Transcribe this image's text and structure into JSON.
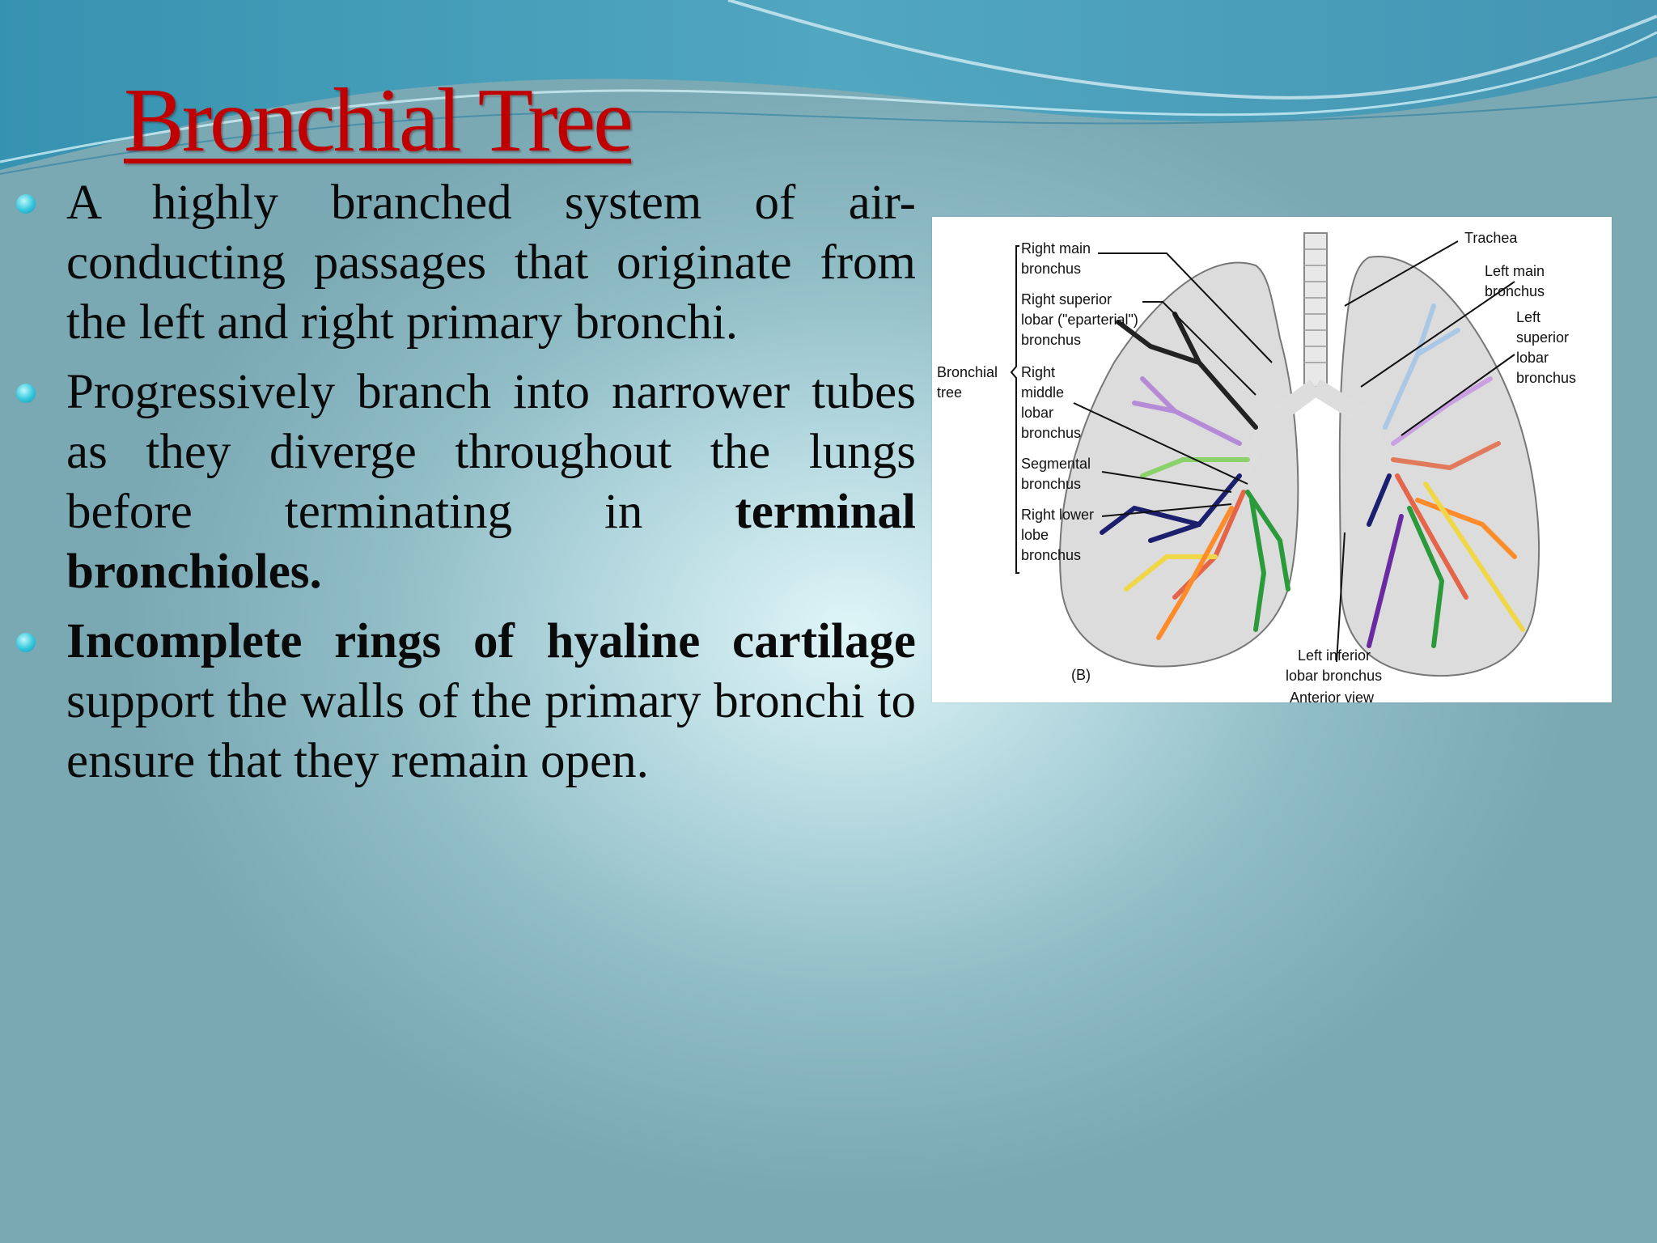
{
  "slide": {
    "title": "Bronchial Tree",
    "bullets": [
      {
        "parts": [
          {
            "text": "A highly branched system of air-conducting passages that originate from the left and right primary bronchi.",
            "bold": false
          }
        ]
      },
      {
        "parts": [
          {
            "text": "Progressively branch into narrower tubes as they diverge throughout the lungs before terminating in ",
            "bold": false
          },
          {
            "text": "terminal bronchioles.",
            "bold": true
          }
        ]
      },
      {
        "parts": [
          {
            "text": "Incomplete rings of hyaline cartilage",
            "bold": true
          },
          {
            "text": " support the walls of the primary bronchi to ensure that they remain open.",
            "bold": false
          }
        ]
      }
    ]
  },
  "figure": {
    "labels": {
      "right_main": [
        "Right main",
        "bronchus"
      ],
      "right_superior": [
        "Right superior",
        "lobar (\"eparterial\")",
        "bronchus"
      ],
      "bronchial_tree": [
        "Bronchial",
        "tree"
      ],
      "right_middle": [
        "Right",
        "middle",
        "lobar",
        "bronchus"
      ],
      "segmental": [
        "Segmental",
        "bronchus"
      ],
      "right_lower": [
        "Right lower",
        "lobe",
        "bronchus"
      ],
      "trachea": [
        "Trachea"
      ],
      "left_main": [
        "Left main",
        "bronchus"
      ],
      "left_superior": [
        "Left",
        "superior",
        "lobar",
        "bronchus"
      ],
      "left_inferior": [
        "Left inferior",
        "lobar bronchus"
      ],
      "panel": [
        "(B)"
      ],
      "view": [
        "Anterior view"
      ]
    }
  },
  "colors": {
    "title": "#c00000",
    "bullet": "#2fc3d9",
    "text": "#0a0a0a"
  }
}
